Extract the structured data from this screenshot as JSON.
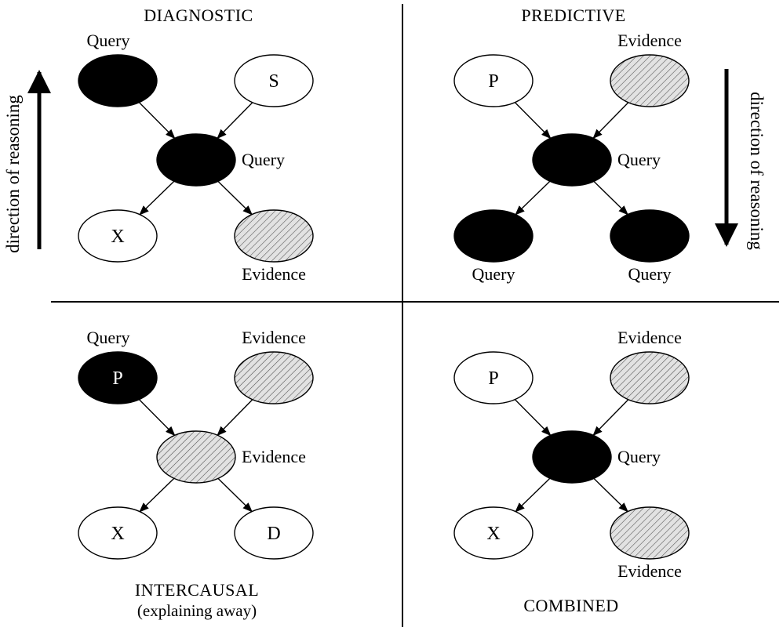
{
  "panels": {
    "diagnostic": {
      "title": "DIAGNOSTIC",
      "side_label": "direction of reasoning",
      "nodes": [
        {
          "id": "d_top_left",
          "state": "query",
          "text": "",
          "caption": "Query"
        },
        {
          "id": "d_top_right",
          "state": "open",
          "text": "S",
          "caption": ""
        },
        {
          "id": "d_mid",
          "state": "query",
          "text": "",
          "caption": "Query"
        },
        {
          "id": "d_bot_left",
          "state": "open",
          "text": "X",
          "caption": ""
        },
        {
          "id": "d_bot_right",
          "state": "evidence",
          "text": "",
          "caption": "Evidence"
        }
      ]
    },
    "predictive": {
      "title": "PREDICTIVE",
      "side_label": "direction of reasoning",
      "nodes": [
        {
          "id": "p_top_left",
          "state": "open",
          "text": "P",
          "caption": ""
        },
        {
          "id": "p_top_right",
          "state": "evidence",
          "text": "",
          "caption": "Evidence"
        },
        {
          "id": "p_mid",
          "state": "query",
          "text": "",
          "caption": "Query"
        },
        {
          "id": "p_bot_left",
          "state": "query",
          "text": "",
          "caption": "Query"
        },
        {
          "id": "p_bot_right",
          "state": "query",
          "text": "",
          "caption": "Query"
        }
      ]
    },
    "intercausal": {
      "title": "INTERCAUSAL",
      "subtitle": "(explaining away)",
      "nodes": [
        {
          "id": "i_top_left",
          "state": "query",
          "text": "P",
          "caption": "Query"
        },
        {
          "id": "i_top_right",
          "state": "evidence",
          "text": "",
          "caption": "Evidence"
        },
        {
          "id": "i_mid",
          "state": "evidence",
          "text": "",
          "caption": "Evidence"
        },
        {
          "id": "i_bot_left",
          "state": "open",
          "text": "X",
          "caption": ""
        },
        {
          "id": "i_bot_right",
          "state": "open",
          "text": "D",
          "caption": ""
        }
      ]
    },
    "combined": {
      "title": "COMBINED",
      "nodes": [
        {
          "id": "c_top_left",
          "state": "open",
          "text": "P",
          "caption": ""
        },
        {
          "id": "c_top_right",
          "state": "evidence",
          "text": "",
          "caption": "Evidence"
        },
        {
          "id": "c_mid",
          "state": "query",
          "text": "",
          "caption": "Query"
        },
        {
          "id": "c_bot_left",
          "state": "open",
          "text": "X",
          "caption": ""
        },
        {
          "id": "c_bot_right",
          "state": "evidence",
          "text": "",
          "caption": "Evidence"
        }
      ]
    }
  },
  "colors": {
    "query_fill": "#000000",
    "open_fill": "#ffffff",
    "evidence_fill": "#d9d9d9",
    "stroke": "#000000"
  }
}
